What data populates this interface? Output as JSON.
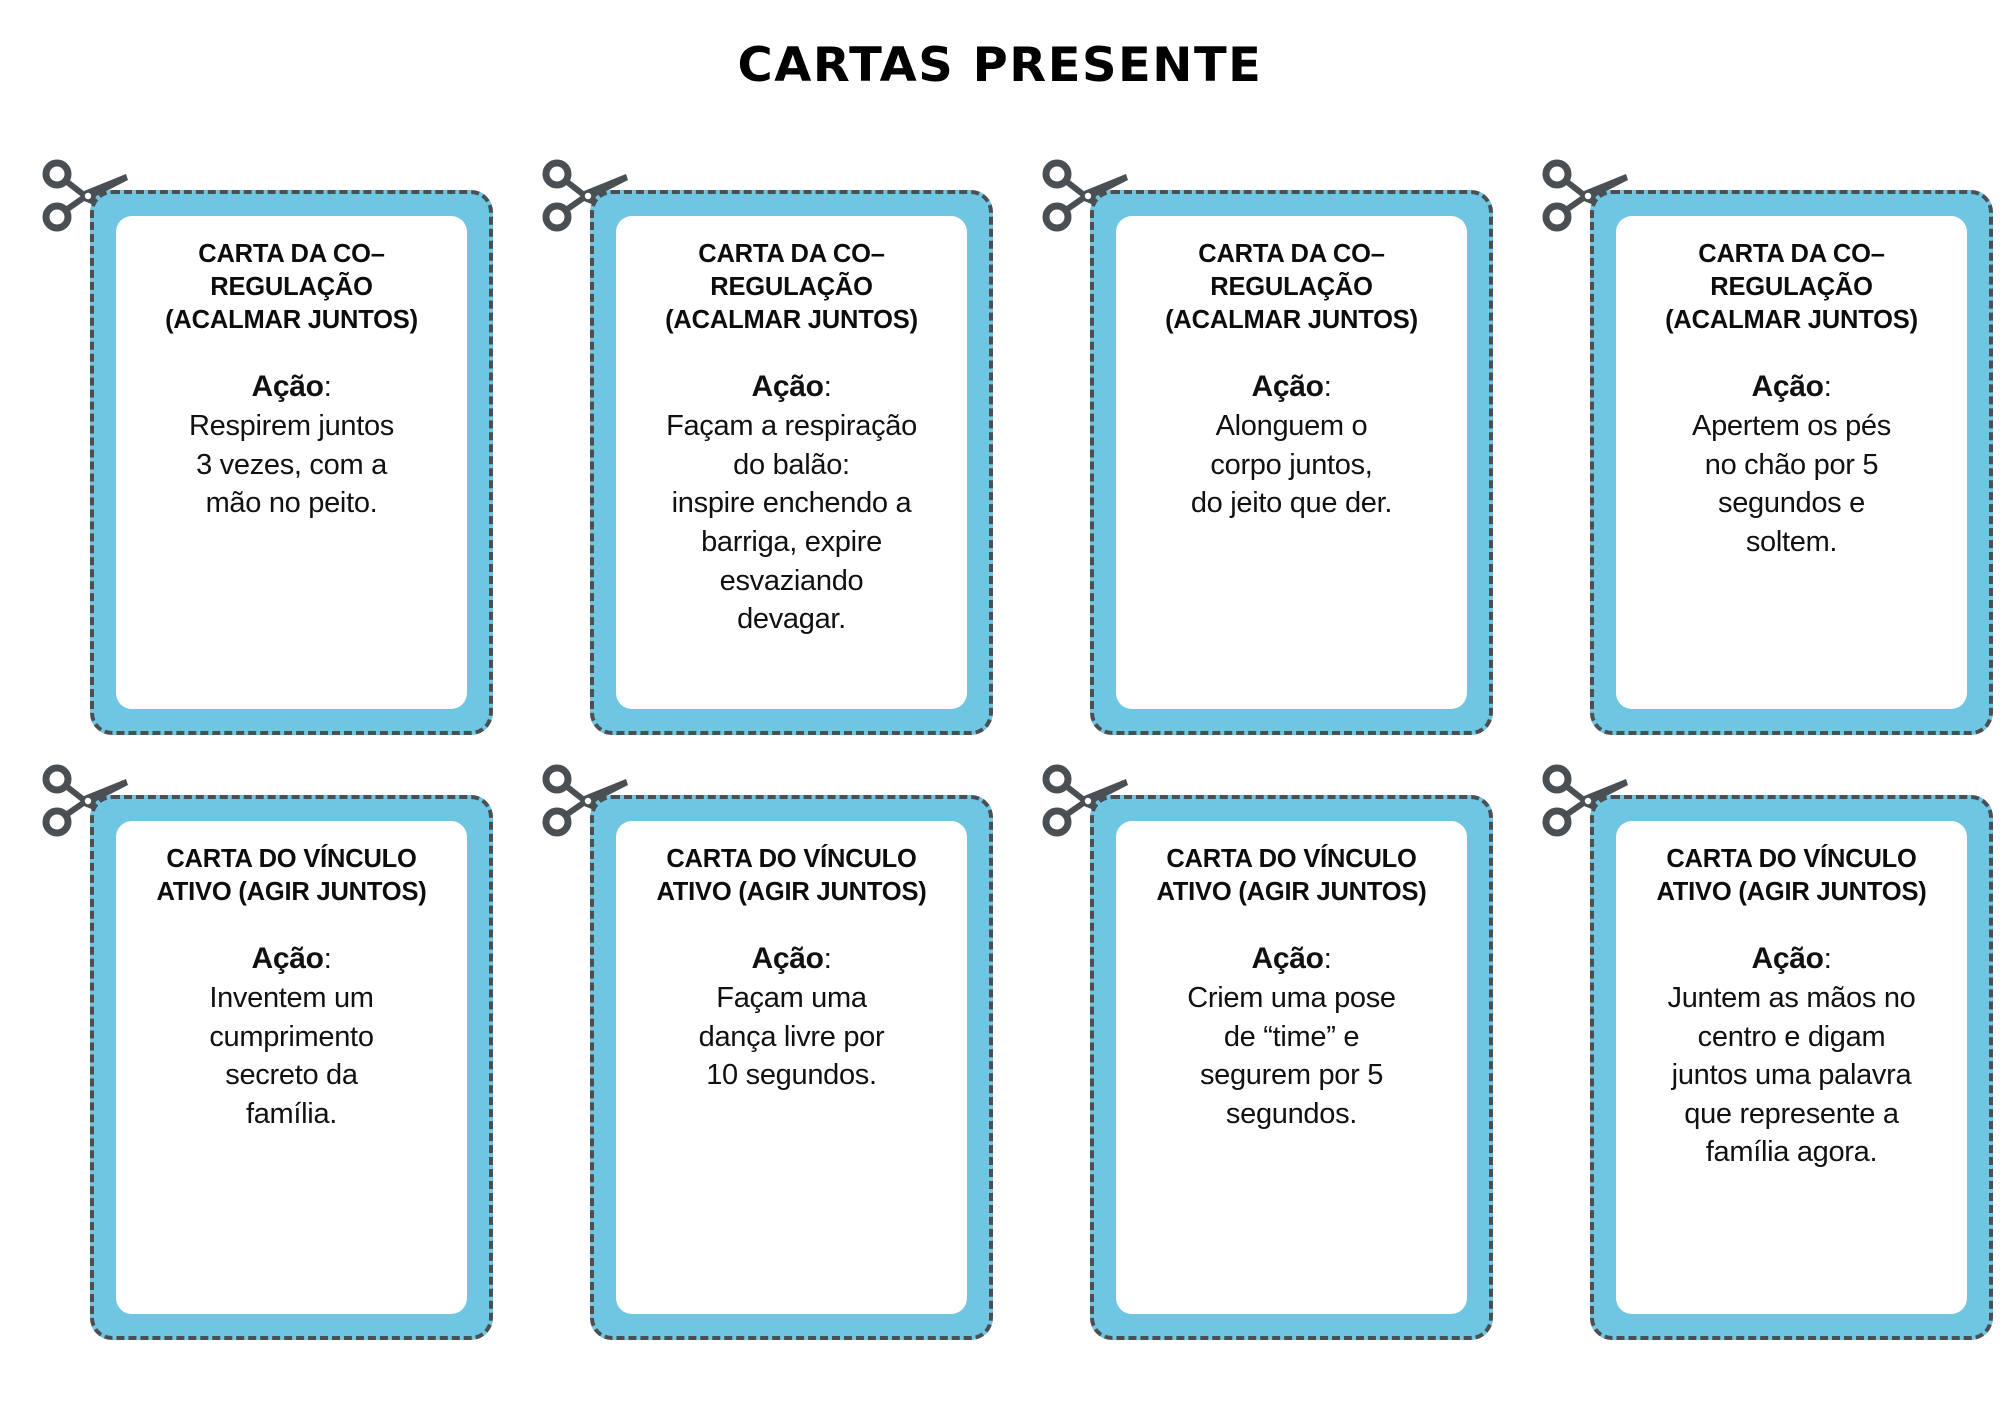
{
  "title": "CARTAS PRESENTE",
  "theme": {
    "card_band_color": "#6EC6E3",
    "cut_line_color": "#4A4F54",
    "card_face_color": "#FFFFFF",
    "text_color": "#111111",
    "page_background": "#FFFFFF"
  },
  "icons": {
    "scissors": "scissors-icon"
  },
  "labels": {
    "action_label": "Ação:"
  },
  "cards": [
    {
      "heading": "CARTA DA CO–\nREGULAÇÃO\n(ACALMAR JUNTOS)",
      "action_label": "Ação",
      "action_text": "Respirem juntos\n3 vezes, com a\nmão no peito."
    },
    {
      "heading": "CARTA DA CO–\nREGULAÇÃO\n(ACALMAR JUNTOS)",
      "action_label": "Ação",
      "action_text": "Façam a respiração\ndo balão:\ninspire enchendo a\nbarriga, expire\nesvaziando\ndevagar."
    },
    {
      "heading": "CARTA DA CO–\nREGULAÇÃO\n(ACALMAR JUNTOS)",
      "action_label": "Ação",
      "action_text": "Alonguem o\ncorpo juntos,\ndo jeito que der."
    },
    {
      "heading": "CARTA DA CO–\nREGULAÇÃO\n(ACALMAR JUNTOS)",
      "action_label": "Ação",
      "action_text": "Apertem os pés\nno chão por 5\nsegundos e\nsoltem."
    },
    {
      "heading": "CARTA DO VÍNCULO\nATIVO (AGIR JUNTOS)",
      "action_label": "Ação",
      "action_text": "Inventem um\ncumprimento\nsecreto da\nfamília."
    },
    {
      "heading": "CARTA DO VÍNCULO\nATIVO (AGIR JUNTOS)",
      "action_label": "Ação",
      "action_text": "Façam uma\ndança livre por\n10 segundos."
    },
    {
      "heading": "CARTA DO VÍNCULO\nATIVO (AGIR JUNTOS)",
      "action_label": "Ação",
      "action_text": "Criem uma pose\nde “time” e\nsegurem por 5\nsegundos."
    },
    {
      "heading": "CARTA DO VÍNCULO\nATIVO (AGIR JUNTOS)",
      "action_label": "Ação",
      "action_text": "Juntem as mãos no\ncentro e digam\njuntos uma palavra\nque represente a\nfamília agora."
    }
  ]
}
